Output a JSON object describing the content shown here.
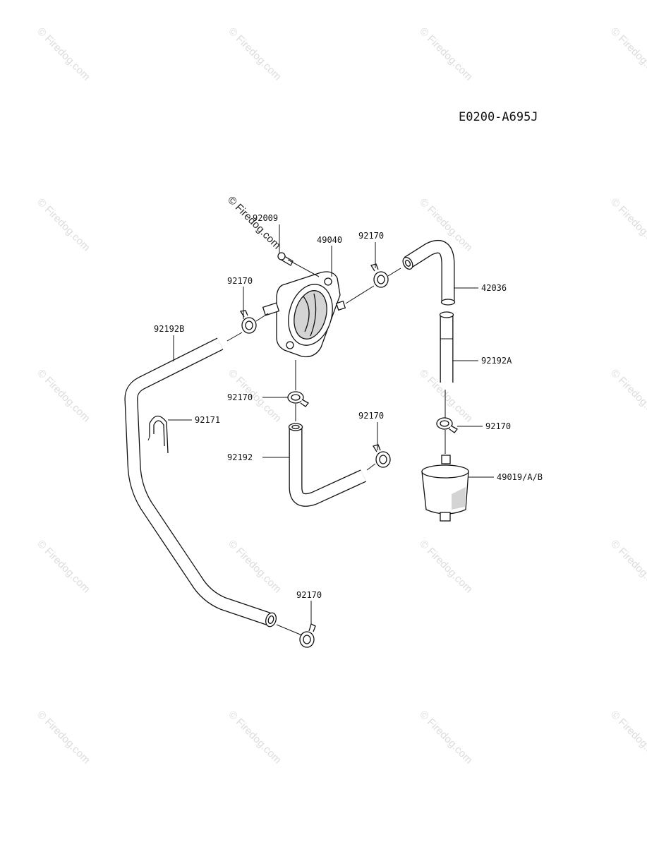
{
  "diagram_code": "E0200-A695J",
  "watermark_text": "© Firedog.com",
  "inline_watermark_text": "© Firedog.com",
  "parts": {
    "p92009": "92009",
    "p49040": "49040",
    "p92170_top": "92170",
    "p42036": "42036",
    "p92170_left": "92170",
    "p92192B": "92192B",
    "p92192A": "92192A",
    "p92170_mid": "92170",
    "p92170_right": "92170",
    "p92171": "92171",
    "p92170_small": "92170",
    "p92192": "92192",
    "p49019": "49019/A/B",
    "p92170_bottom": "92170"
  }
}
